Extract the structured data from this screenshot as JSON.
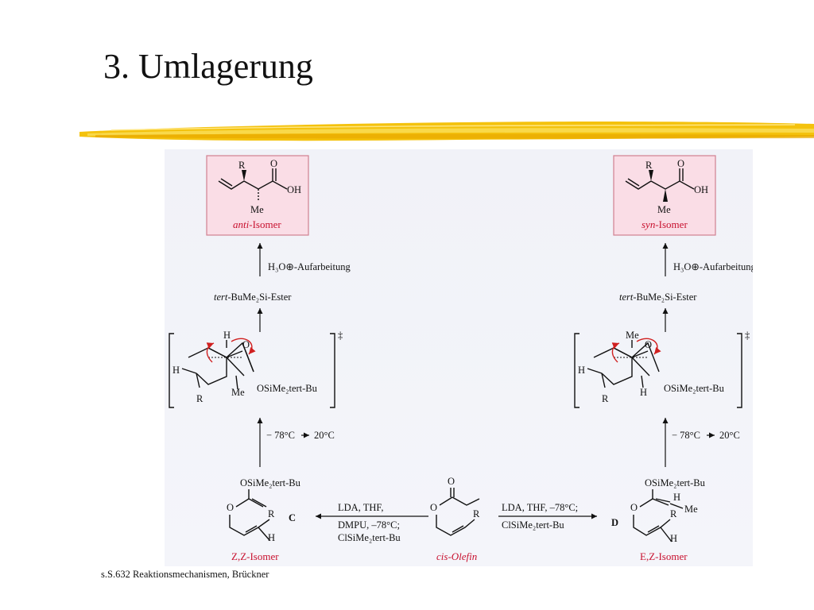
{
  "slide": {
    "title": "3. Umlagerung",
    "footer": "s.S.632 Reaktionsmechanismen, Brückner"
  },
  "scheme": {
    "left": {
      "product_prefix": "anti",
      "product_suffix": "-Isomer",
      "workup": "H₃O⊕-Aufarbeitung",
      "ester_prefix": "tert",
      "ester_suffix": "-BuMe₂Si-Ester",
      "ts_sub_top": "H",
      "ts_sub_bottom": "Me",
      "ts_h": "H",
      "ts_r": "R",
      "ts_o": "O",
      "ts_osi": "OSiMe₂tert-Bu",
      "temp_from": "− 78°C",
      "temp_to": "20°C",
      "enol_osi": "OSiMe₂tert-Bu",
      "enol_o": "O",
      "enol_r": "R",
      "enol_h": "H",
      "letter": "C",
      "isomer_label": "Z,Z-Isomer",
      "cond_line1": "LDA, THF,",
      "cond_line2": "DMPU, –78°C;",
      "cond_line3": "ClSiMe₂tert-Bu"
    },
    "right": {
      "product_prefix": "syn",
      "product_suffix": "-Isomer",
      "workup": "H₃O⊕-Aufarbeitung",
      "ester_prefix": "tert",
      "ester_suffix": "-BuMe₂Si-Ester",
      "ts_sub_top": "Me",
      "ts_sub_bottom": "H",
      "ts_h": "H",
      "ts_r": "R",
      "ts_o": "O",
      "ts_osi": "OSiMe₂tert-Bu",
      "temp_from": "− 78°C",
      "temp_to": "20°C",
      "enol_osi": "OSiMe₂tert-Bu",
      "enol_o": "O",
      "enol_r": "R",
      "enol_h": "H",
      "enol_h2": "H",
      "enol_me": "Me",
      "letter": "D",
      "isomer_label": "E,Z-Isomer",
      "cond_line1": "LDA, THF, –78°C;",
      "cond_line2": "ClSiMe₂tert-Bu"
    },
    "product_atoms": {
      "r": "R",
      "o": "O",
      "oh": "OH",
      "me": "Me"
    },
    "center": {
      "label": "cis-Olefin",
      "o_top": "O",
      "o_ring": "O",
      "r": "R"
    },
    "ts_dagger": "‡"
  }
}
